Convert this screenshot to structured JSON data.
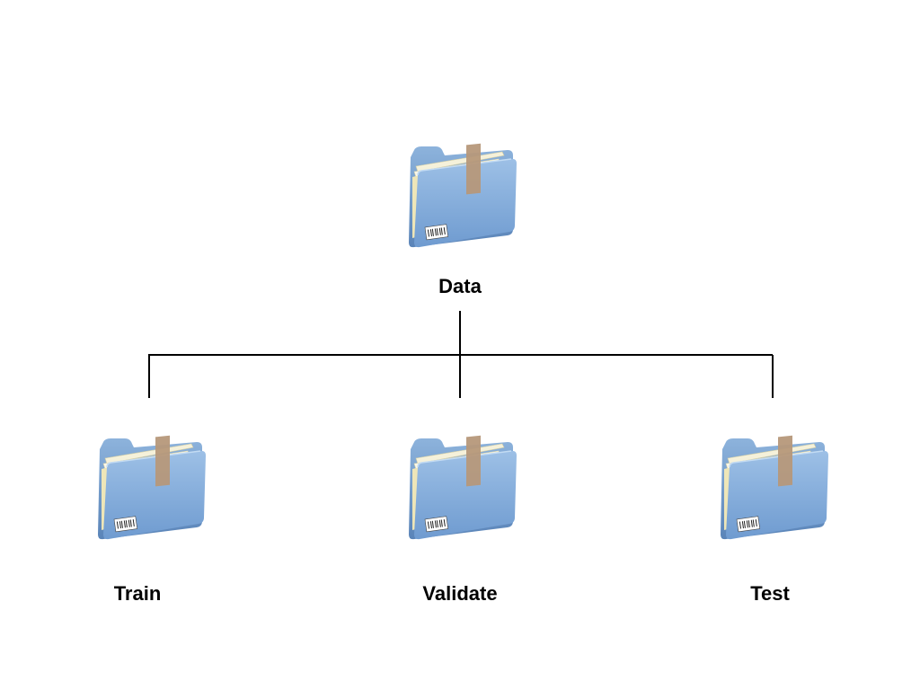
{
  "root": {
    "label": "Data",
    "icon": "folder-icon"
  },
  "children": [
    {
      "label": "Train",
      "icon": "folder-icon"
    },
    {
      "label": "Validate",
      "icon": "folder-icon"
    },
    {
      "label": "Test",
      "icon": "folder-icon"
    }
  ],
  "colors": {
    "folder_body": "#7fa8d6",
    "folder_dark": "#5b86bb",
    "tape": "#b79a7a",
    "paper": "#f4f0d6",
    "connector": "#000000"
  }
}
